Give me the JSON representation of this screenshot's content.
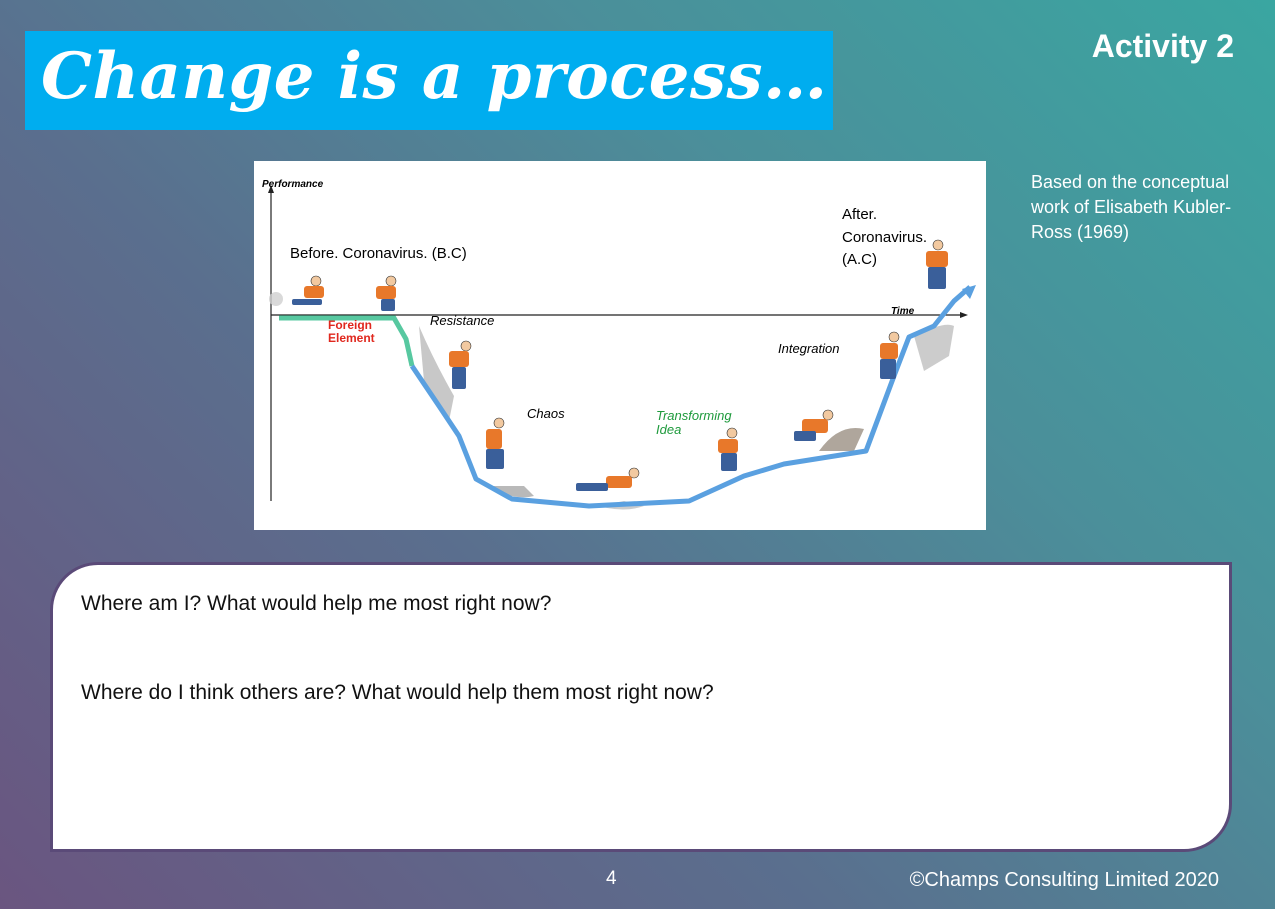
{
  "slide": {
    "title": "Change is a process…",
    "activity": "Activity 2",
    "credit": "Based on the conceptual work of Elisabeth Kubler-Ross (1969)",
    "page_number": "4",
    "copyright": "©Champs Consulting Limited 2020"
  },
  "diagram": {
    "axis_y": "Performance",
    "axis_x": "Time",
    "before_label": "Before. Coronavirus. (B.C)",
    "after_line1": "After.",
    "after_line2": "Coronavirus.",
    "after_line3": "(A.C)",
    "stage_foreign_1": "Foreign",
    "stage_foreign_2": "Element",
    "stage_resistance": "Resistance",
    "stage_chaos": "Chaos",
    "stage_transforming_1": "Transforming",
    "stage_transforming_2": "Idea",
    "stage_integration": "Integration",
    "colors": {
      "curve": "#5aa0e0",
      "foreign": "#e0281e",
      "transforming": "#1e9a3c",
      "figure_shirt": "#e8782a",
      "figure_pants": "#3a5f9a"
    }
  },
  "questions": {
    "q1": "Where am I? What would help me most right now?",
    "q2": "Where do I think others are? What would help them most right now?"
  }
}
